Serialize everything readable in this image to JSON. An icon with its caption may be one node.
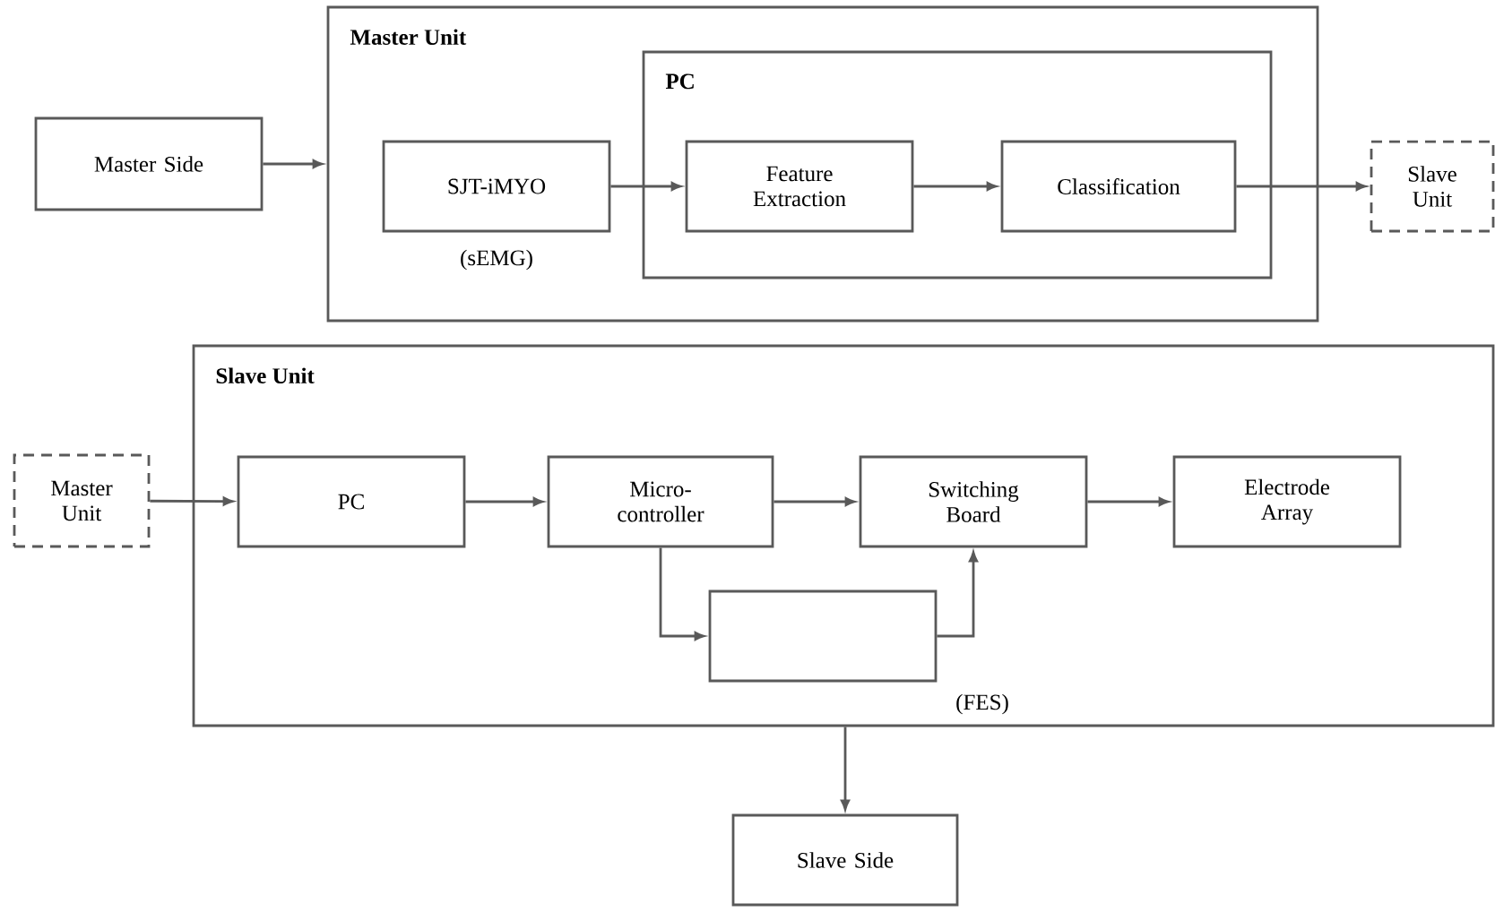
{
  "diagram": {
    "nodes": [
      {
        "text": [
          "Master Side"
        ]
      },
      {
        "text": [
          "Master Unit"
        ]
      },
      {
        "text": [
          "PC"
        ],
        "in": 1
      },
      {
        "text": [
          "SJT-iMYO"
        ],
        "in": 1,
        "beside": [
          "(sEMG)"
        ]
      },
      {
        "text": [
          "Feature Extraction"
        ],
        "in": 2
      },
      {
        "text": [
          "Classification"
        ],
        "in": 2
      },
      {
        "text": [
          "Slave Unit"
        ]
      },
      {
        "text": [
          "Slave Unit"
        ]
      },
      {
        "text": [
          "Master Unit"
        ]
      },
      {
        "text": [
          "PC"
        ],
        "in": 7
      },
      {
        "text": [
          "Micro- controller"
        ],
        "in": 7
      },
      {
        "text": [
          "Switching Board"
        ],
        "in": 7
      },
      {
        "text": [
          "Electrode Array"
        ],
        "in": 7
      },
      {
        "text": [],
        "shape": "box",
        "in": 7,
        "beside": [
          "(FES)"
        ]
      },
      {
        "text": [
          "Slave Side"
        ]
      }
    ],
    "edges": [
      {
        "from": 0,
        "to": 1,
        "arrow": "to"
      },
      {
        "from": 3,
        "to": 4,
        "arrow": "to"
      },
      {
        "from": 4,
        "to": 5,
        "arrow": "to"
      },
      {
        "from": 5,
        "to": 6,
        "arrow": "to"
      },
      {
        "from": 8,
        "to": 9,
        "arrow": "to"
      },
      {
        "from": 9,
        "to": 10,
        "arrow": "to"
      },
      {
        "from": 10,
        "to": 11,
        "arrow": "to"
      },
      {
        "from": 10,
        "to": 13,
        "arrow": "to"
      },
      {
        "from": 13,
        "to": 11,
        "arrow": "to"
      },
      {
        "from": 11,
        "to": 12,
        "arrow": "to"
      },
      {
        "from": 7,
        "to": 14,
        "arrow": "to"
      }
    ]
  }
}
